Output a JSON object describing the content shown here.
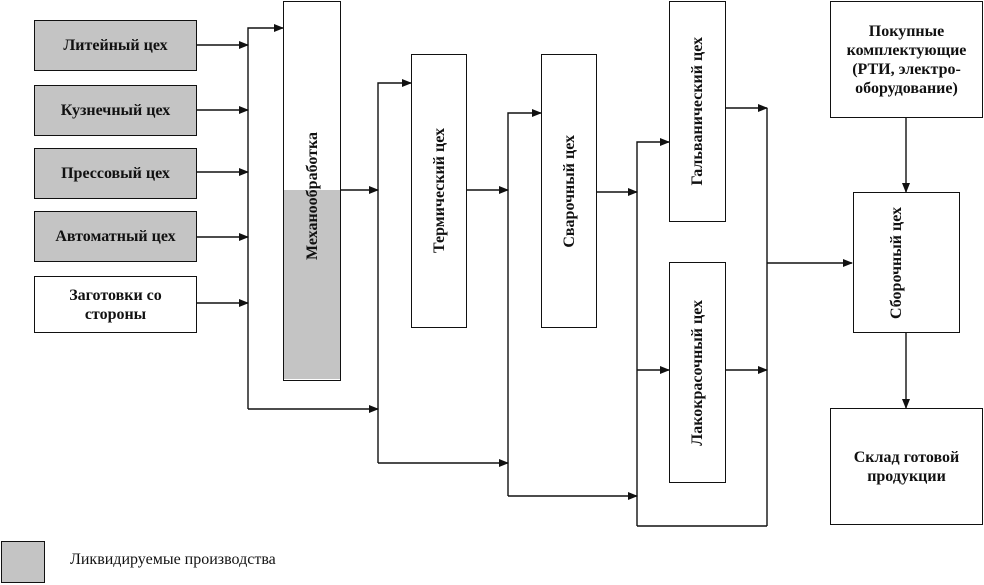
{
  "boxes": {
    "foundry": "Литейный цех",
    "forge": "Кузнечный цех",
    "press": "Прессовый цех",
    "automatic": "Автоматный цех",
    "outsourced": "Заготовки со стороны",
    "machining": "Механообработка",
    "thermal": "Термический цех",
    "welding": "Сварочный цех",
    "galvanic": "Гальванический цех",
    "painting": "Лакокрасочный цех",
    "purchased": "Покупные комплектующие (РТИ, электро-оборудование)",
    "assembly": "Сборочный цех",
    "warehouse": "Склад готовой продукции"
  },
  "legend": {
    "label": "Ликвидируемые производства",
    "swatch_color": "#c4c4c4"
  },
  "colors": {
    "liquidated_fill": "#c4c4c4",
    "line": "#111111"
  }
}
